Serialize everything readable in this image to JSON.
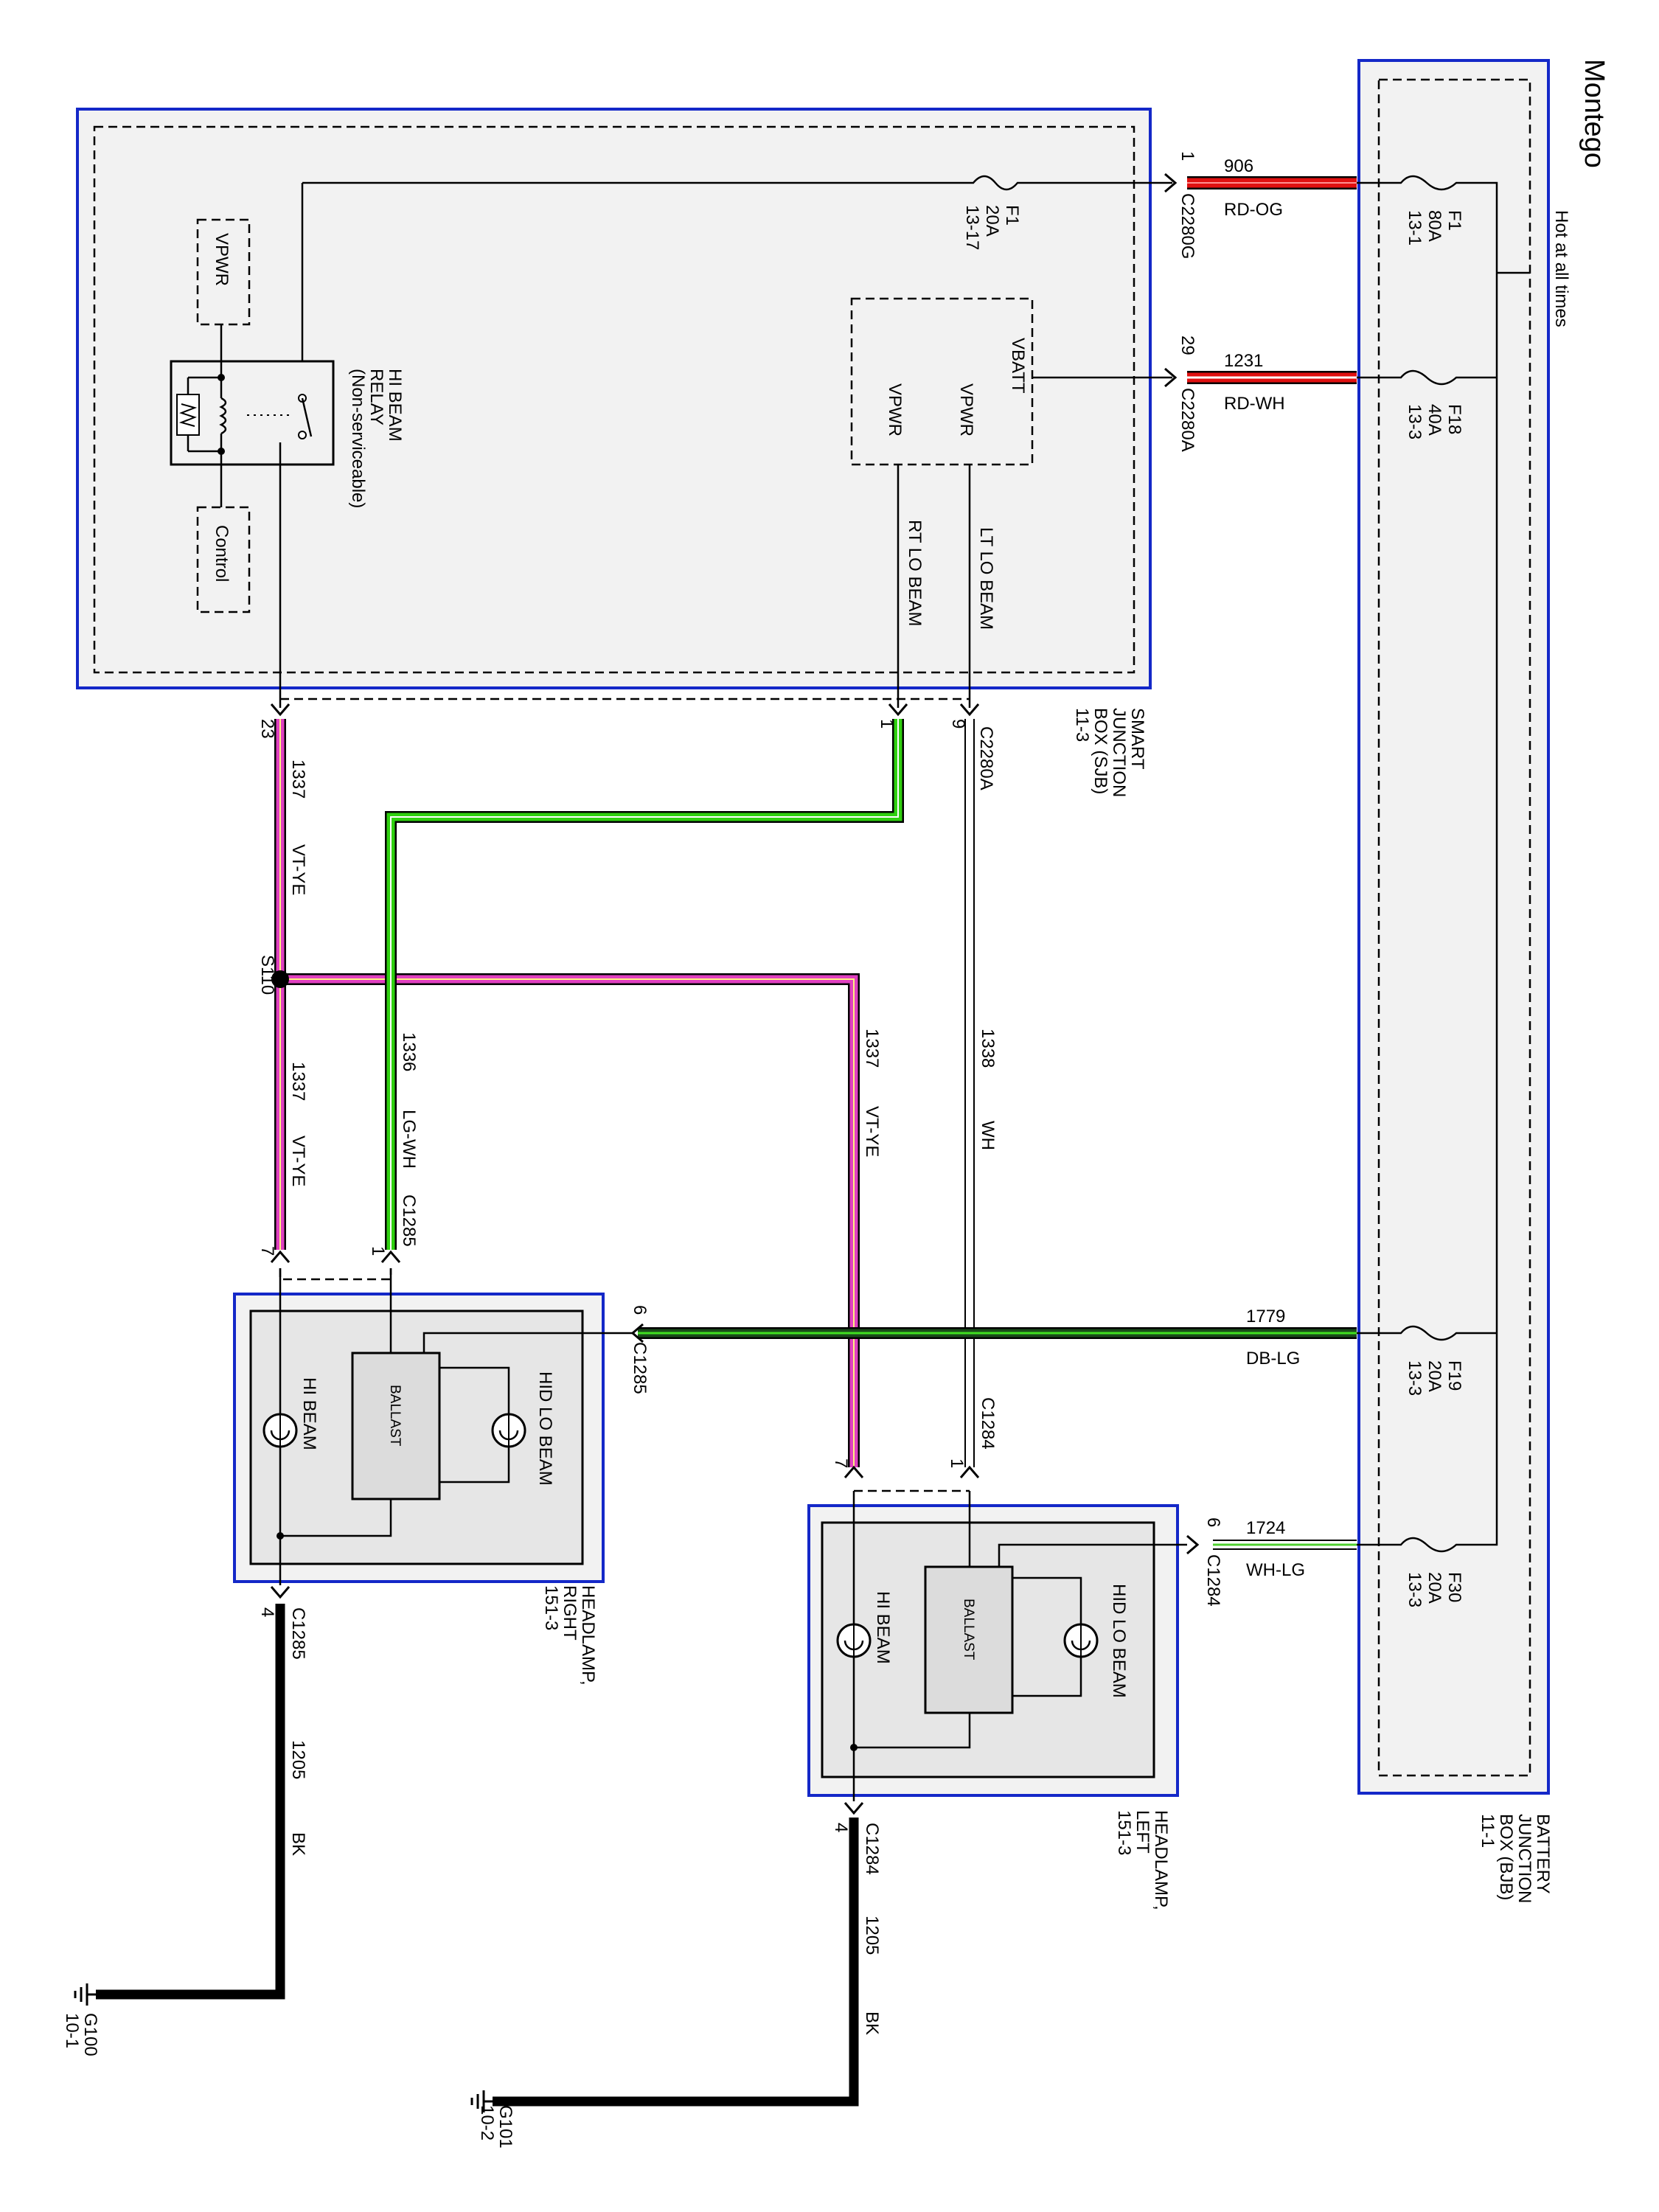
{
  "vehicle_title": "Montego",
  "colors": {
    "box_border": "#1428c8",
    "box_fill": "#f2f2f2",
    "wire_red": "#e01010",
    "wire_violet": "#e040c0",
    "wire_green": "#30d010",
    "wire_light_green": "#a0e090",
    "wire_black": "#000000"
  },
  "bjb": {
    "power_note": "Hot at all times",
    "name_lines": [
      "BATTERY",
      "JUNCTION",
      "BOX (BJB)",
      "11-1"
    ],
    "fuses": [
      {
        "lines": [
          "F1",
          "80A",
          "13-1"
        ]
      },
      {
        "lines": [
          "F18",
          "40A",
          "13-3"
        ]
      },
      {
        "lines": [
          "F19",
          "20A",
          "13-3"
        ]
      },
      {
        "lines": [
          "F30",
          "20A",
          "13-3"
        ]
      }
    ]
  },
  "sjb": {
    "name_lines": [
      "SMART",
      "JUNCTION",
      "BOX (SJB)",
      "11-3"
    ],
    "fuse_lines": [
      "F1",
      "20A",
      "13-17"
    ],
    "relay_lines": [
      "HI BEAM",
      "RELAY",
      "(Non-serviceable)"
    ],
    "vpwr": "VPWR",
    "control": "Control",
    "module_vbatt": "VBATT",
    "module_vpwr_lt": "VPWR",
    "module_vpwr_rt": "VPWR",
    "lt_lo_beam": "LT LO BEAM",
    "rt_lo_beam": "RT LO BEAM"
  },
  "connectors": {
    "c2280g_pin": "1",
    "c2280g": "C2280G",
    "c2280a_top_pin": "29",
    "c2280a_top": "C2280A",
    "c2280a_bottom": "C2280A",
    "pin_23": "23",
    "pin_1_sjb": "1",
    "pin_9_sjb": "9",
    "c1285_top": "C1285",
    "c1285_pin_7": "7",
    "c1285_pin_1": "1",
    "c1285_side": "C1285",
    "c1285_side_pin": "6",
    "c1285_bottom": "C1285",
    "c1285_bottom_pin": "4",
    "c1284_top": "C1284",
    "c1284_pin_7": "7",
    "c1284_pin_1": "1",
    "c1284_side": "C1284",
    "c1284_side_pin": "6",
    "c1284_bottom": "C1284",
    "c1284_bottom_pin": "4"
  },
  "wires": {
    "w906": {
      "circuit": "906",
      "color": "RD-OG"
    },
    "w1231": {
      "circuit": "1231",
      "color": "RD-WH"
    },
    "w1337_a": {
      "circuit": "1337",
      "color": "VT-YE"
    },
    "w1337_b": {
      "circuit": "1337",
      "color": "VT-YE"
    },
    "w1337_c": {
      "circuit": "1337",
      "color": "VT-YE"
    },
    "w1336": {
      "circuit": "1336",
      "color": "LG-WH"
    },
    "w1338": {
      "circuit": "1338",
      "color": "WH"
    },
    "w1779": {
      "circuit": "1779",
      "color": "DB-LG"
    },
    "w1724": {
      "circuit": "1724",
      "color": "WH-LG"
    },
    "w1205_r": {
      "circuit": "1205",
      "color": "BK"
    },
    "w1205_l": {
      "circuit": "1205",
      "color": "BK"
    }
  },
  "splice": "S110",
  "headlamp_right": {
    "name_lines": [
      "HEADLAMP,",
      "RIGHT",
      "151-3"
    ],
    "hid": "HID LO BEAM",
    "hi": "HI BEAM",
    "ballast": "BALLAST"
  },
  "headlamp_left": {
    "name_lines": [
      "HEADLAMP,",
      "LEFT",
      "151-3"
    ],
    "hid": "HID LO BEAM",
    "hi": "HI BEAM",
    "ballast": "BALLAST"
  },
  "grounds": {
    "g100": [
      "G100",
      "10-1"
    ],
    "g101": [
      "G101",
      "10-2"
    ]
  }
}
